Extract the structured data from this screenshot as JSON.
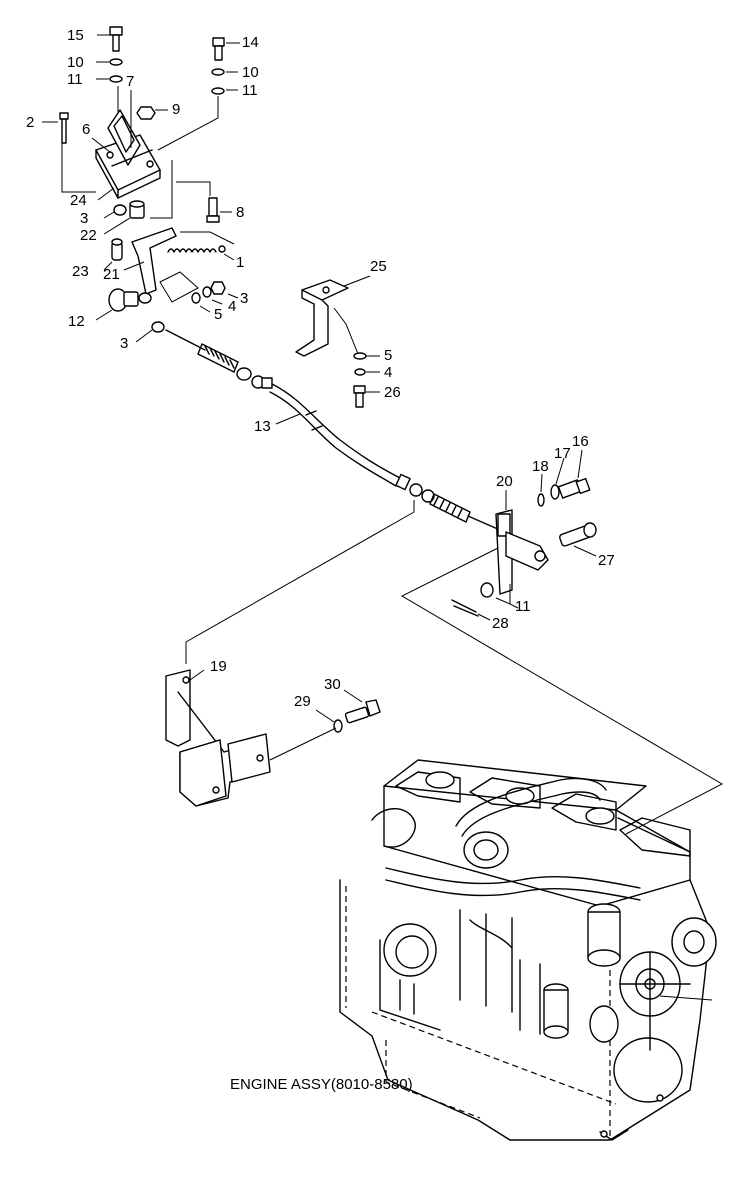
{
  "diagram": {
    "engine_label": "ENGINE ASSY(8010-8580)",
    "callouts": [
      {
        "id": "c15a",
        "text": "15"
      },
      {
        "id": "c14",
        "text": "14"
      },
      {
        "id": "c10a",
        "text": "10"
      },
      {
        "id": "c10b",
        "text": "10"
      },
      {
        "id": "c11a",
        "text": "11"
      },
      {
        "id": "c7",
        "text": "7"
      },
      {
        "id": "c11b",
        "text": "11"
      },
      {
        "id": "c9",
        "text": "9"
      },
      {
        "id": "c2",
        "text": "2"
      },
      {
        "id": "c6",
        "text": "6"
      },
      {
        "id": "c24",
        "text": "24"
      },
      {
        "id": "c8",
        "text": "8"
      },
      {
        "id": "c3a",
        "text": "3"
      },
      {
        "id": "c22",
        "text": "22"
      },
      {
        "id": "c1",
        "text": "1"
      },
      {
        "id": "c23",
        "text": "23"
      },
      {
        "id": "c21",
        "text": "21"
      },
      {
        "id": "c25",
        "text": "25"
      },
      {
        "id": "c3b",
        "text": "3"
      },
      {
        "id": "c4a",
        "text": "4"
      },
      {
        "id": "c5a",
        "text": "5"
      },
      {
        "id": "c12",
        "text": "12"
      },
      {
        "id": "c3c",
        "text": "3"
      },
      {
        "id": "c5b",
        "text": "5"
      },
      {
        "id": "c4b",
        "text": "4"
      },
      {
        "id": "c26",
        "text": "26"
      },
      {
        "id": "c13",
        "text": "13"
      },
      {
        "id": "c16",
        "text": "16"
      },
      {
        "id": "c17",
        "text": "17"
      },
      {
        "id": "c18",
        "text": "18"
      },
      {
        "id": "c20",
        "text": "20"
      },
      {
        "id": "c27",
        "text": "27"
      },
      {
        "id": "c11c",
        "text": "11"
      },
      {
        "id": "c28",
        "text": "28"
      },
      {
        "id": "c19",
        "text": "19"
      },
      {
        "id": "c30",
        "text": "30"
      },
      {
        "id": "c29",
        "text": "29"
      }
    ]
  }
}
